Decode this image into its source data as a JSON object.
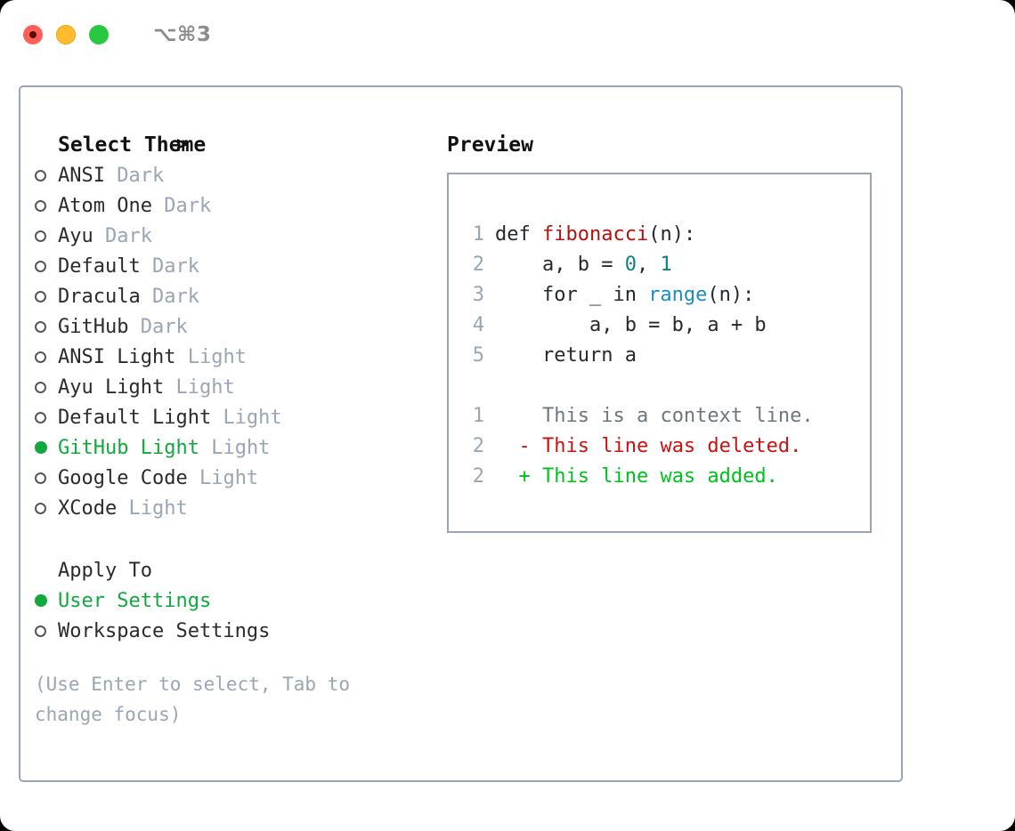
{
  "titlebar": {
    "shortcut": "⌥⌘3",
    "lights": [
      "close",
      "minimize",
      "maximize"
    ]
  },
  "theme_picker": {
    "header_marker": ">",
    "header_label": "Select Theme",
    "items": [
      {
        "marker": "empty",
        "name": "ANSI",
        "suffix": "Dark",
        "selected": false
      },
      {
        "marker": "empty",
        "name": "Atom One",
        "suffix": "Dark",
        "selected": false
      },
      {
        "marker": "empty",
        "name": "Ayu",
        "suffix": "Dark",
        "selected": false
      },
      {
        "marker": "empty",
        "name": "Default",
        "suffix": "Dark",
        "selected": false
      },
      {
        "marker": "empty",
        "name": "Dracula",
        "suffix": "Dark",
        "selected": false
      },
      {
        "marker": "empty",
        "name": "GitHub",
        "suffix": "Dark",
        "selected": false
      },
      {
        "marker": "empty",
        "name": "ANSI Light",
        "suffix": "Light",
        "selected": false
      },
      {
        "marker": "empty",
        "name": "Ayu Light",
        "suffix": "Light",
        "selected": false
      },
      {
        "marker": "empty",
        "name": "Default Light",
        "suffix": "Light",
        "selected": false
      },
      {
        "marker": "filled",
        "name": "GitHub Light",
        "suffix": "Light",
        "selected": true
      },
      {
        "marker": "empty",
        "name": "Google Code",
        "suffix": "Light",
        "selected": false
      },
      {
        "marker": "empty",
        "name": "XCode",
        "suffix": "Light",
        "selected": false
      }
    ]
  },
  "apply_to": {
    "header_label": "Apply To",
    "options": [
      {
        "marker": "filled",
        "label": "User Settings",
        "selected": true
      },
      {
        "marker": "empty",
        "label": "Workspace Settings",
        "selected": false
      }
    ]
  },
  "hint": {
    "text": "(Use Enter to select, Tab to change focus)"
  },
  "preview": {
    "title": "Preview",
    "code_lines": [
      {
        "no": "1",
        "tokens": [
          {
            "t": "def ",
            "c": "plain"
          },
          {
            "t": "fibonacci",
            "c": "func"
          },
          {
            "t": "(n):",
            "c": "plain"
          }
        ]
      },
      {
        "no": "2",
        "tokens": [
          {
            "t": "    a, b = ",
            "c": "plain"
          },
          {
            "t": "0",
            "c": "num"
          },
          {
            "t": ", ",
            "c": "plain"
          },
          {
            "t": "1",
            "c": "num"
          }
        ]
      },
      {
        "no": "3",
        "tokens": [
          {
            "t": "    for _ in ",
            "c": "plain"
          },
          {
            "t": "range",
            "c": "call"
          },
          {
            "t": "(n):",
            "c": "plain"
          }
        ]
      },
      {
        "no": "4",
        "tokens": [
          {
            "t": "        a, b = b, a + b",
            "c": "plain"
          }
        ]
      },
      {
        "no": "5",
        "tokens": [
          {
            "t": "    return a",
            "c": "plain"
          }
        ]
      }
    ],
    "diff_lines": [
      {
        "no": "1",
        "sign": " ",
        "text": " This is a context line.",
        "kind": "ctx"
      },
      {
        "no": "2",
        "sign": "-",
        "text": " This line was deleted.",
        "kind": "del"
      },
      {
        "no": "2",
        "sign": "+",
        "text": " This line was added.",
        "kind": "add"
      }
    ]
  },
  "colors": {
    "accent_green": "#11a83e",
    "diff_add": "#00c020",
    "diff_del": "#cc1111",
    "muted": "#9aa5b5",
    "border": "#9aa5b8",
    "func_red": "#b31212",
    "call_blue": "#1a8bc4",
    "num_teal": "#0d7f7f"
  }
}
